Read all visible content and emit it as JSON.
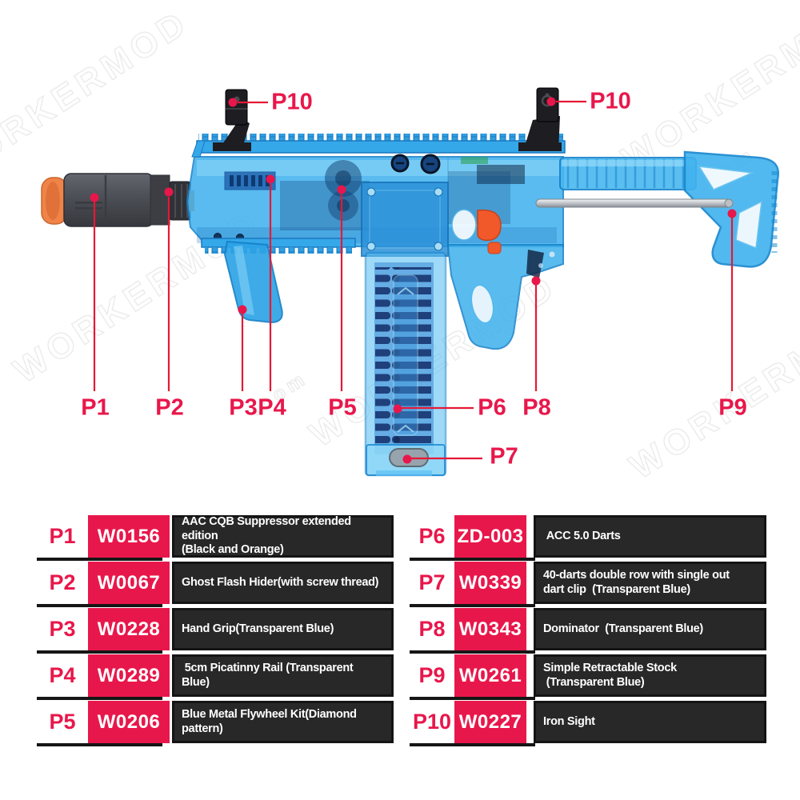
{
  "colors": {
    "accent_red": "#e8174b",
    "leader_line_red": "#e51937",
    "code_box_bg": "#e8174b",
    "desc_box_bg": "#282828",
    "separator_black": "#161616",
    "blaster_blue": "#3cb0ee",
    "blaster_blue_deep": "#1480c8",
    "suppressor_gray": "#4a4c53",
    "suppressor_tip_orange": "#ef8348",
    "trigger_orange": "#f1592a",
    "sight_black": "#1d1d22",
    "rod_silver": "#c9cdd1",
    "watermark_gray": "#dedede"
  },
  "diagram": {
    "watermark_text": "WORKERMOD",
    "watermark_suffix": ".com",
    "callouts": [
      {
        "id": "p10-left",
        "label": "P10"
      },
      {
        "id": "p10-right",
        "label": "P10"
      },
      {
        "id": "p1",
        "label": "P1"
      },
      {
        "id": "p2",
        "label": "P2"
      },
      {
        "id": "p3",
        "label": "P3"
      },
      {
        "id": "p4",
        "label": "P4"
      },
      {
        "id": "p5",
        "label": "P5"
      },
      {
        "id": "p6",
        "label": "P6"
      },
      {
        "id": "p7",
        "label": "P7"
      },
      {
        "id": "p8",
        "label": "P8"
      },
      {
        "id": "p9",
        "label": "P9"
      }
    ]
  },
  "parts_table": {
    "left_rows": [
      {
        "part": "P1",
        "code": "W0156",
        "description": "AAC CQB Suppressor extended edition\n(Black and Orange)"
      },
      {
        "part": "P2",
        "code": "W0067",
        "description": "Ghost Flash Hider(with screw thread)"
      },
      {
        "part": "P3",
        "code": "W0228",
        "description": "Hand Grip(Transparent Blue)"
      },
      {
        "part": "P4",
        "code": "W0289",
        "description": " 5cm Picatinny Rail (Transparent\nBlue)"
      },
      {
        "part": "P5",
        "code": "W0206",
        "description": "Blue Metal Flywheel Kit(Diamond\npattern)"
      }
    ],
    "right_rows": [
      {
        "part": "P6",
        "code": "ZD-003",
        "description": " ACC 5.0 Darts"
      },
      {
        "part": "P7",
        "code": "W0339",
        "description": "40-darts double row with single out\ndart clip  (Transparent Blue)"
      },
      {
        "part": "P8",
        "code": "W0343",
        "description": "Dominator  (Transparent Blue)"
      },
      {
        "part": "P9",
        "code": "W0261",
        "description": "Simple Retractable Stock\n (Transparent Blue)"
      },
      {
        "part": "P10",
        "code": "W0227",
        "description": "Iron Sight"
      }
    ]
  }
}
